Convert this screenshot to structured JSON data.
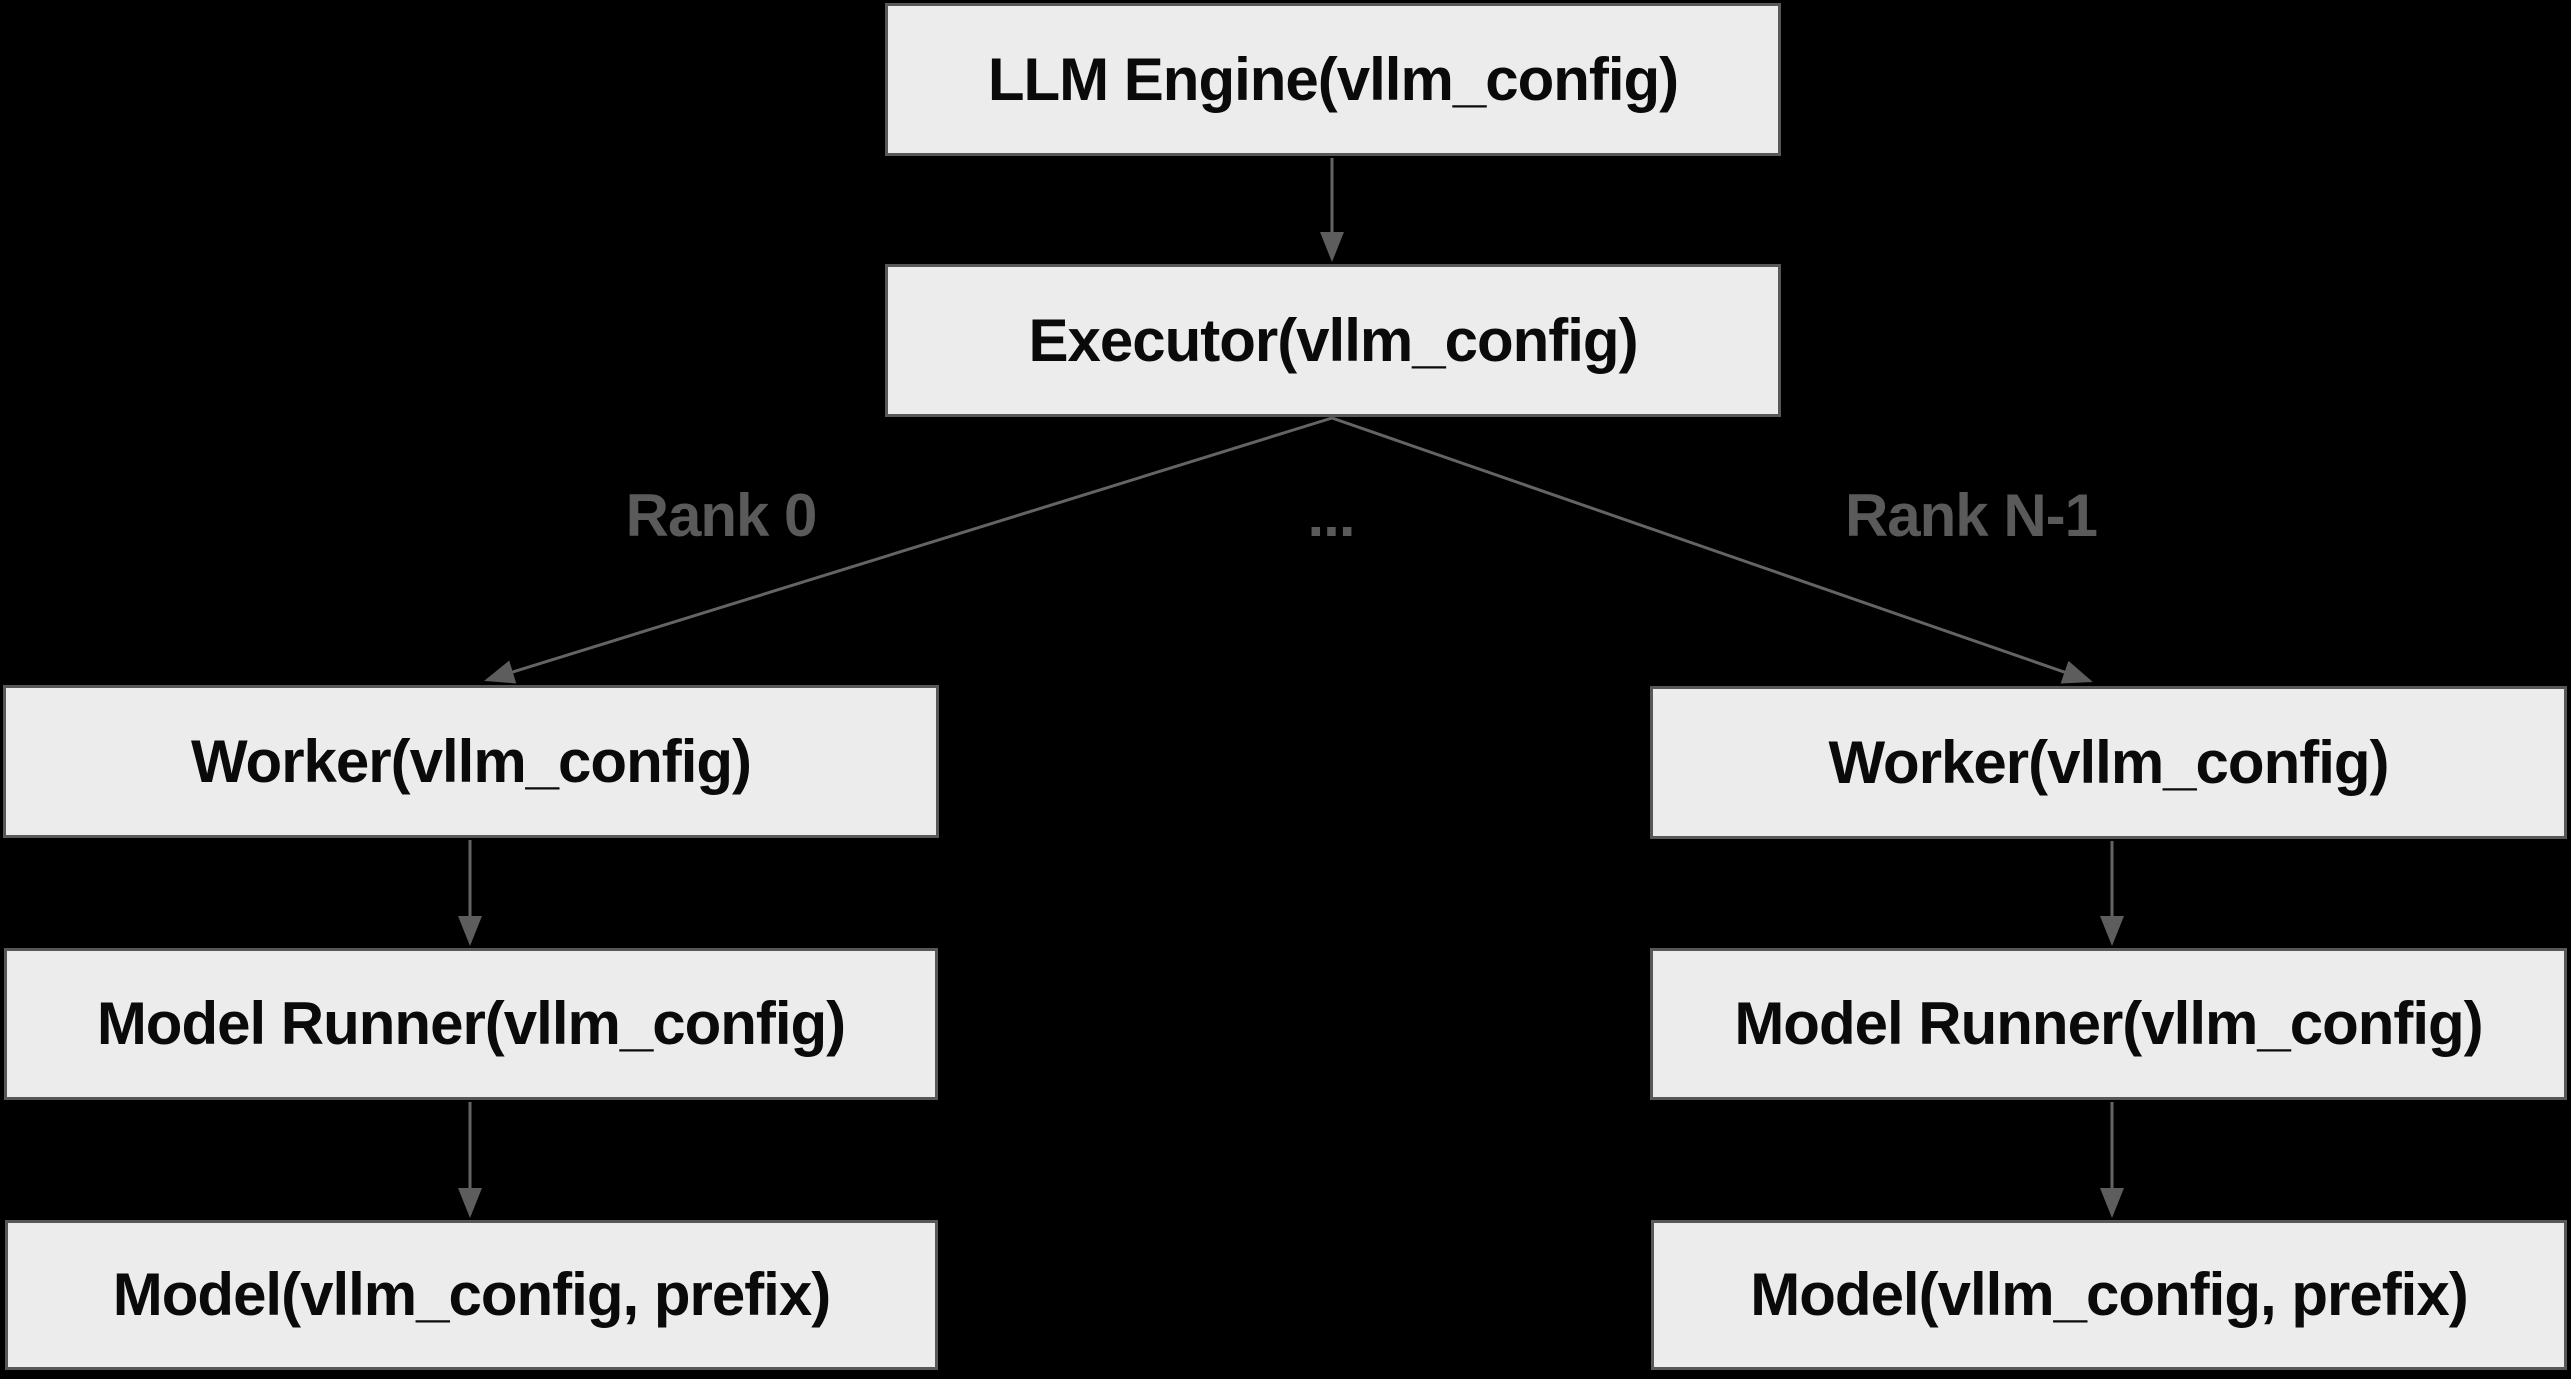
{
  "nodes": {
    "llm_engine": {
      "label": "LLM Engine(vllm_config)"
    },
    "executor": {
      "label": "Executor(vllm_config)"
    },
    "worker_left": {
      "label": "Worker(vllm_config)"
    },
    "worker_right": {
      "label": "Worker(vllm_config)"
    },
    "model_runner_left": {
      "label": "Model Runner(vllm_config)"
    },
    "model_runner_right": {
      "label": "Model Runner(vllm_config)"
    },
    "model_left": {
      "label": "Model(vllm_config, prefix)"
    },
    "model_right": {
      "label": "Model(vllm_config, prefix)"
    }
  },
  "edge_labels": {
    "rank_0": "Rank 0",
    "ellipsis": "...",
    "rank_n_1": "Rank N-1"
  },
  "colors": {
    "background": "#000000",
    "node_fill": "#ececec",
    "node_border": "#585858",
    "node_text": "#0a0a0a",
    "edge_line": "#646464",
    "edge_label": "#5a5a5a"
  }
}
